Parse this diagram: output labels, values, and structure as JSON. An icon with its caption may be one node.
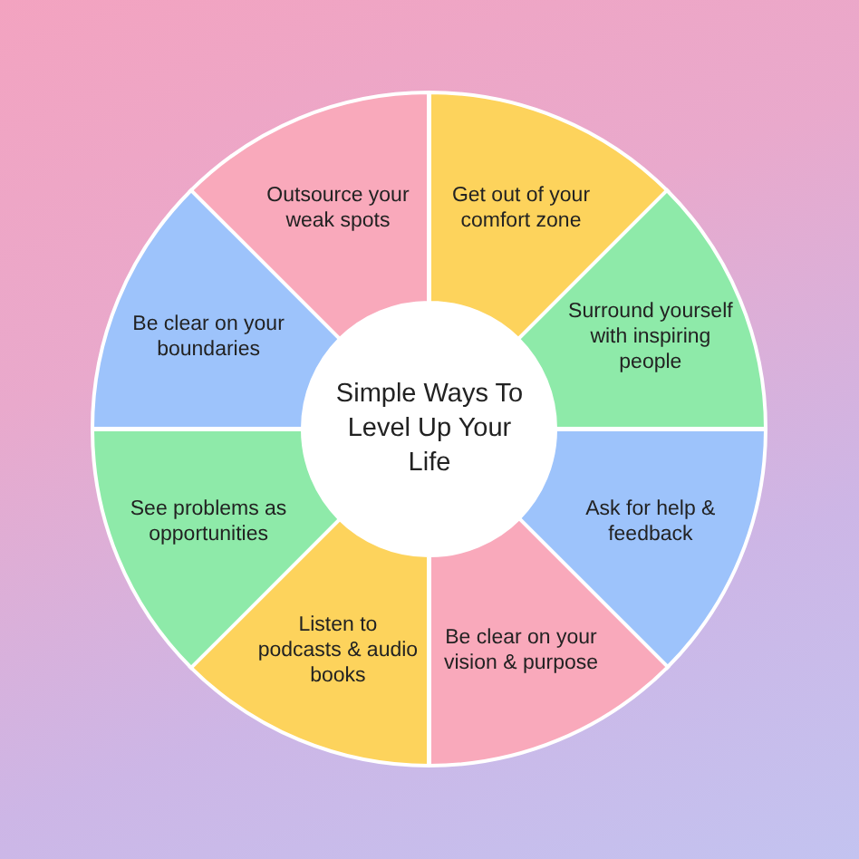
{
  "diagram": {
    "nodes": [
      {
        "text": [
          "Simple Ways To Level Up Your Life"
        ]
      },
      {
        "text": [
          "Outsource your weak spots"
        ]
      },
      {
        "text": [
          "Get out of your comfort zone"
        ]
      },
      {
        "text": [
          "Surround yourself with inspiring people"
        ]
      },
      {
        "text": [
          "Ask for help & feedback"
        ]
      },
      {
        "text": [
          "Be clear on your vision & purpose"
        ]
      },
      {
        "text": [
          "Listen to podcasts & audio books"
        ]
      },
      {
        "text": [
          "See problems as opportunities"
        ]
      },
      {
        "text": [
          "Be clear on your boundaries"
        ]
      }
    ]
  }
}
